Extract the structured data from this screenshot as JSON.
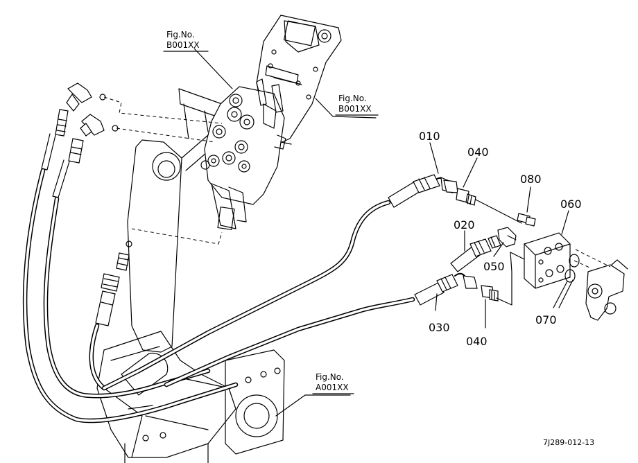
{
  "callouts": {
    "c010": "010",
    "c020": "020",
    "c030": "030",
    "c040a": "040",
    "c040b": "040",
    "c050": "050",
    "c060": "060",
    "c070": "070",
    "c080": "080"
  },
  "fig_refs": {
    "fig1_line1": "Fig.No.",
    "fig1_line2": "B001XX",
    "fig2_line1": "Fig.No.",
    "fig2_line2": "B001XX",
    "fig3_line1": "Fig.No.",
    "fig3_line2": "A001XX"
  },
  "doc_id": "7J289-012-13"
}
